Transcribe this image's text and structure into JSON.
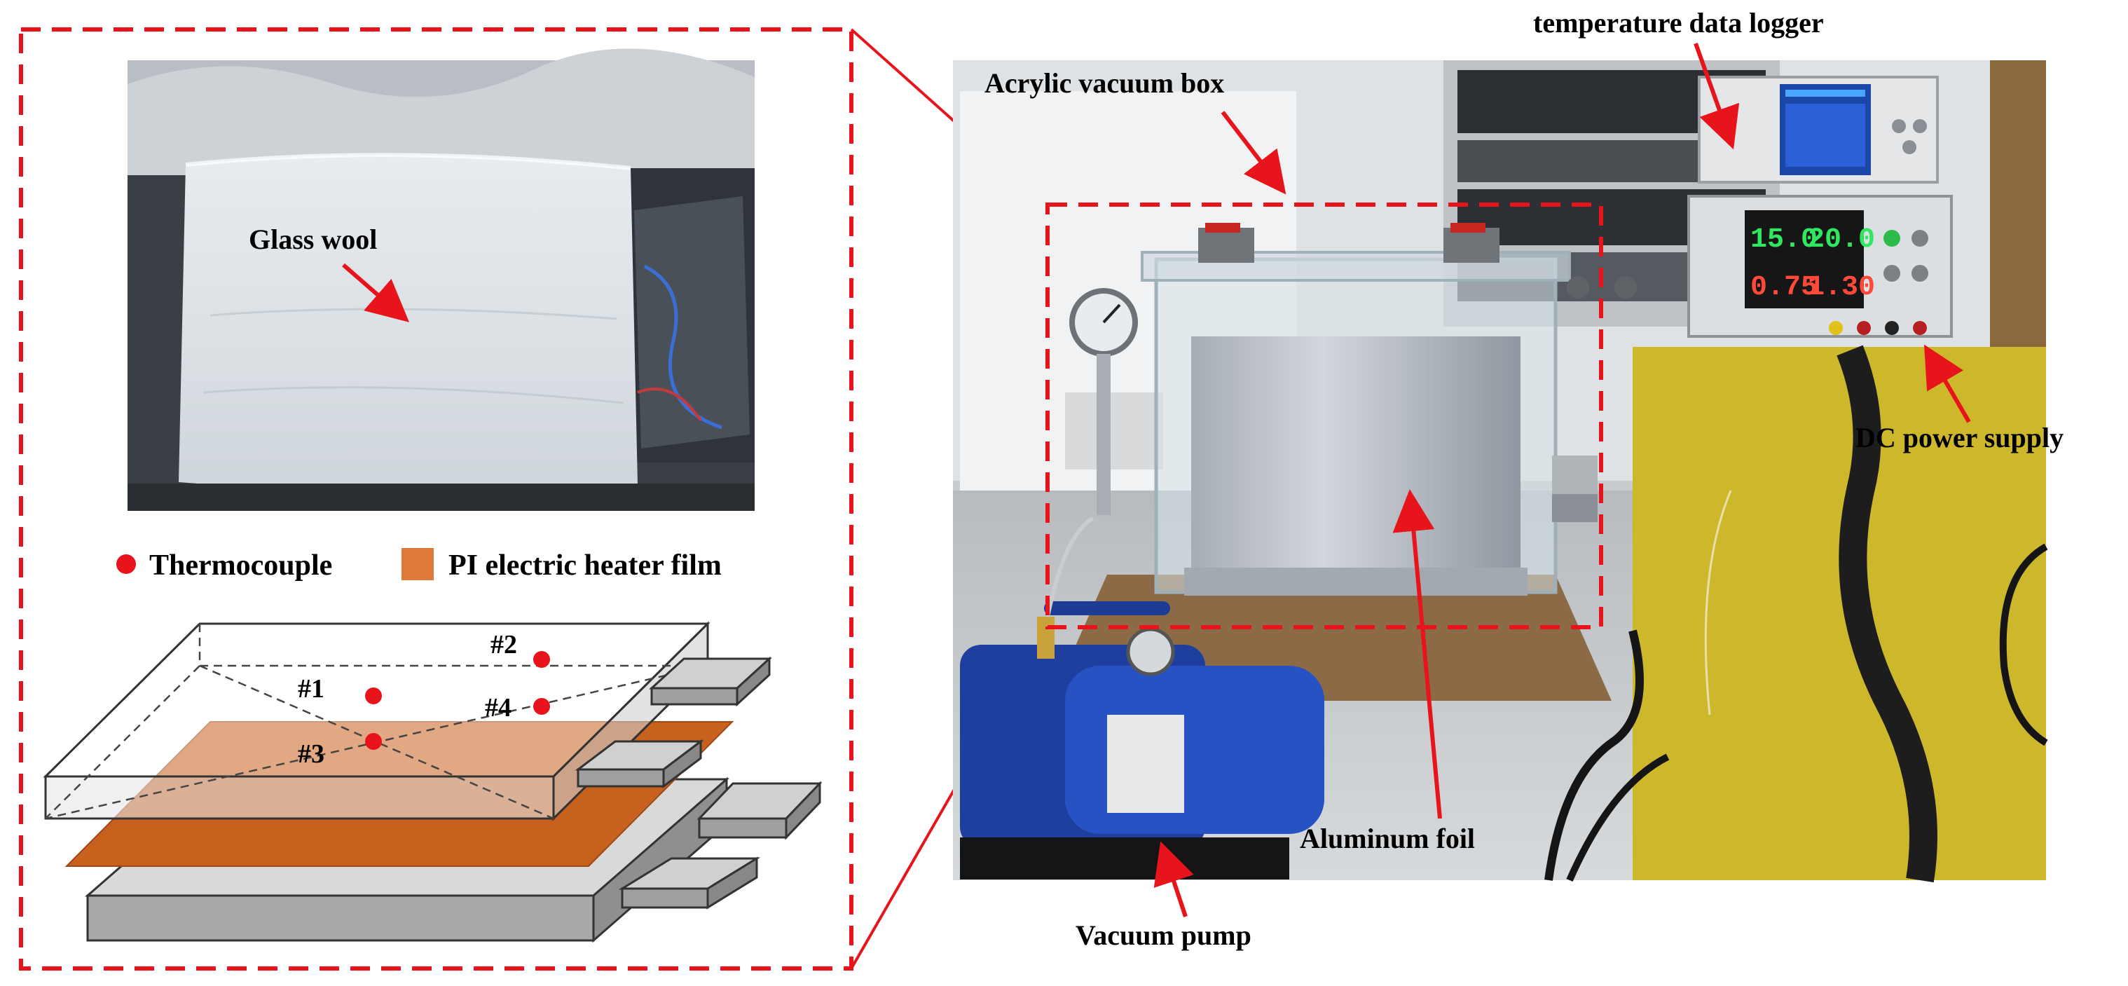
{
  "left_panel": {
    "photo_label": "Glass wool",
    "legend": {
      "thermocouple": "Thermocouple",
      "heater_film": "PI electric heater film"
    },
    "thermocouples": [
      "#1",
      "#2",
      "#3",
      "#4"
    ]
  },
  "right_panel": {
    "labels": {
      "acrylic_box": "Acrylic vacuum box",
      "data_logger": "temperature data logger",
      "power_supply": "DC power supply",
      "aluminum_foil": "Aluminum foil",
      "vacuum_pump": "Vacuum pump"
    },
    "psu_display": [
      "15.0",
      "20.0",
      "0.75",
      "1.30"
    ]
  },
  "colors": {
    "highlight_red": "#e8141c",
    "heater_orange": "#e07a3a",
    "heater_dark": "#c8611e",
    "panel_gray": "#cfcfcf"
  }
}
